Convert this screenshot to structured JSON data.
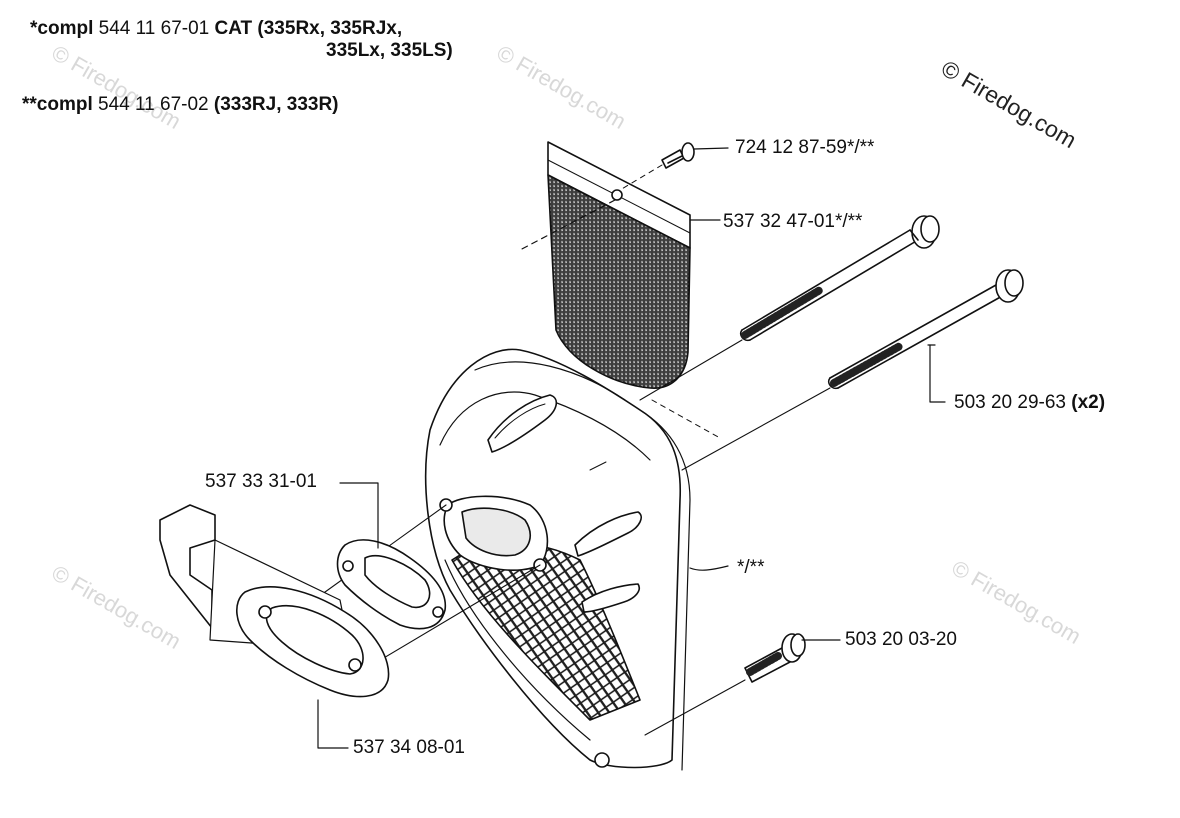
{
  "header": {
    "line1_prefix": "*compl",
    "line1_part": "544 11 67-01",
    "line1_models": "CAT (335Rx, 335RJx,",
    "line2_models": "335Lx, 335LS)",
    "line3_prefix": "**compl",
    "line3_part": "544 11 67-02",
    "line3_models": "(333RJ, 333R)"
  },
  "copyright": "© Firedog.com",
  "watermark": "© Firedog.com",
  "labels": {
    "screw_top": "724 12 87-59*/**",
    "spark_screen": "537 32 47-01*/**",
    "bolts_part": "503 20 29-63",
    "bolts_qty": "(x2)",
    "gasket_upper": "537 33 31-01",
    "muffler": "*/**",
    "screw_bottom": "503 20 03-20",
    "gasket_lower": "537 34 08-01"
  }
}
